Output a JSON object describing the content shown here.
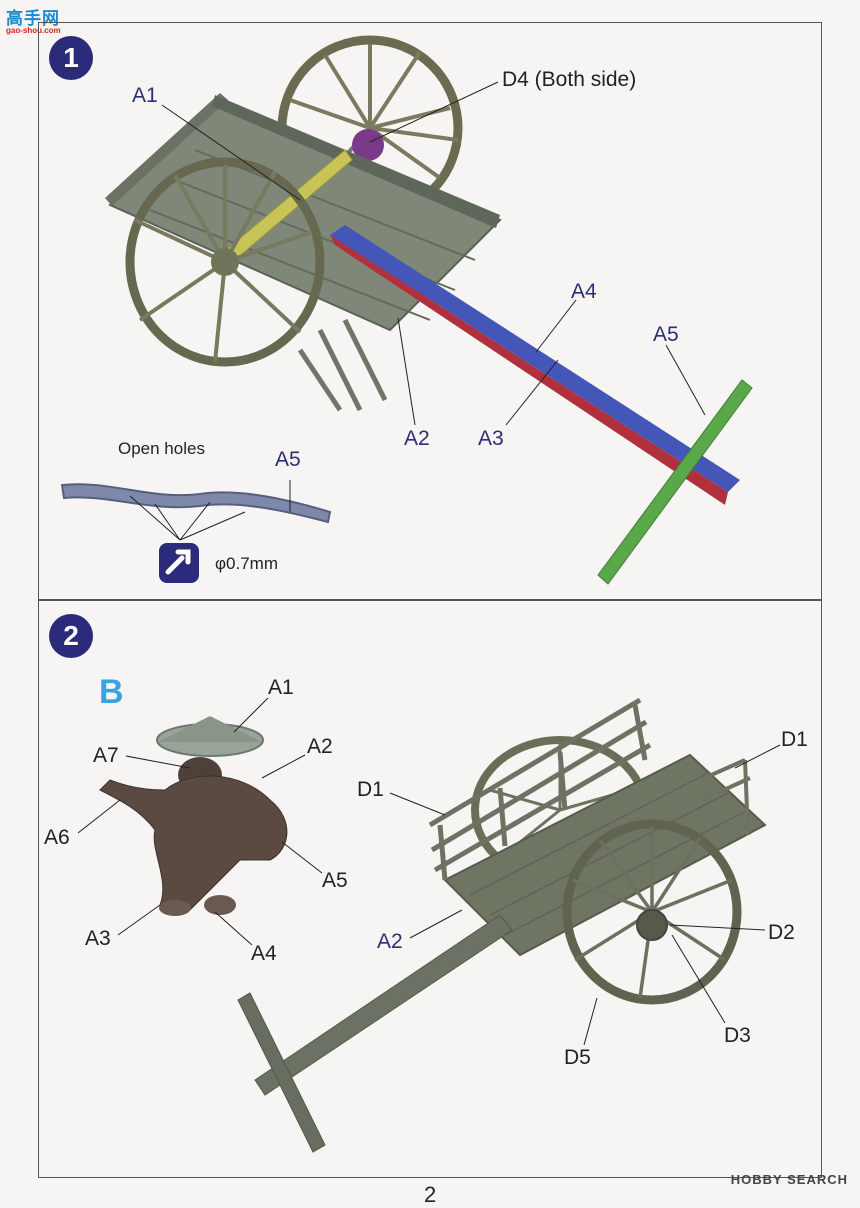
{
  "watermark": {
    "text_main": "高手网",
    "text_sub": "gao-shou.com"
  },
  "step1": {
    "number": "1",
    "labels": {
      "a1": "A1",
      "d4": "D4 (Both side)",
      "a4": "A4",
      "a5_top": "A5",
      "a2": "A2",
      "a3": "A3",
      "open_holes": "Open holes",
      "a5_detail": "A5",
      "drill_size": "φ0.7mm"
    }
  },
  "step2": {
    "number": "2",
    "sub": "B",
    "labels": {
      "a1": "A1",
      "a7": "A7",
      "a2_fig": "A2",
      "a6": "A6",
      "a5": "A5",
      "a3": "A3",
      "a4": "A4",
      "d1_left": "D1",
      "d1_right": "D1",
      "a2_cart": "A2",
      "d2": "D2",
      "d3": "D3",
      "d5": "D5"
    }
  },
  "footer": {
    "logo": "HOBBY SEARCH",
    "page_number": "2"
  },
  "colors": {
    "step_badge": "#2c2a7a",
    "sub_letter": "#3aa2de",
    "label_text": "#2b2f75"
  }
}
